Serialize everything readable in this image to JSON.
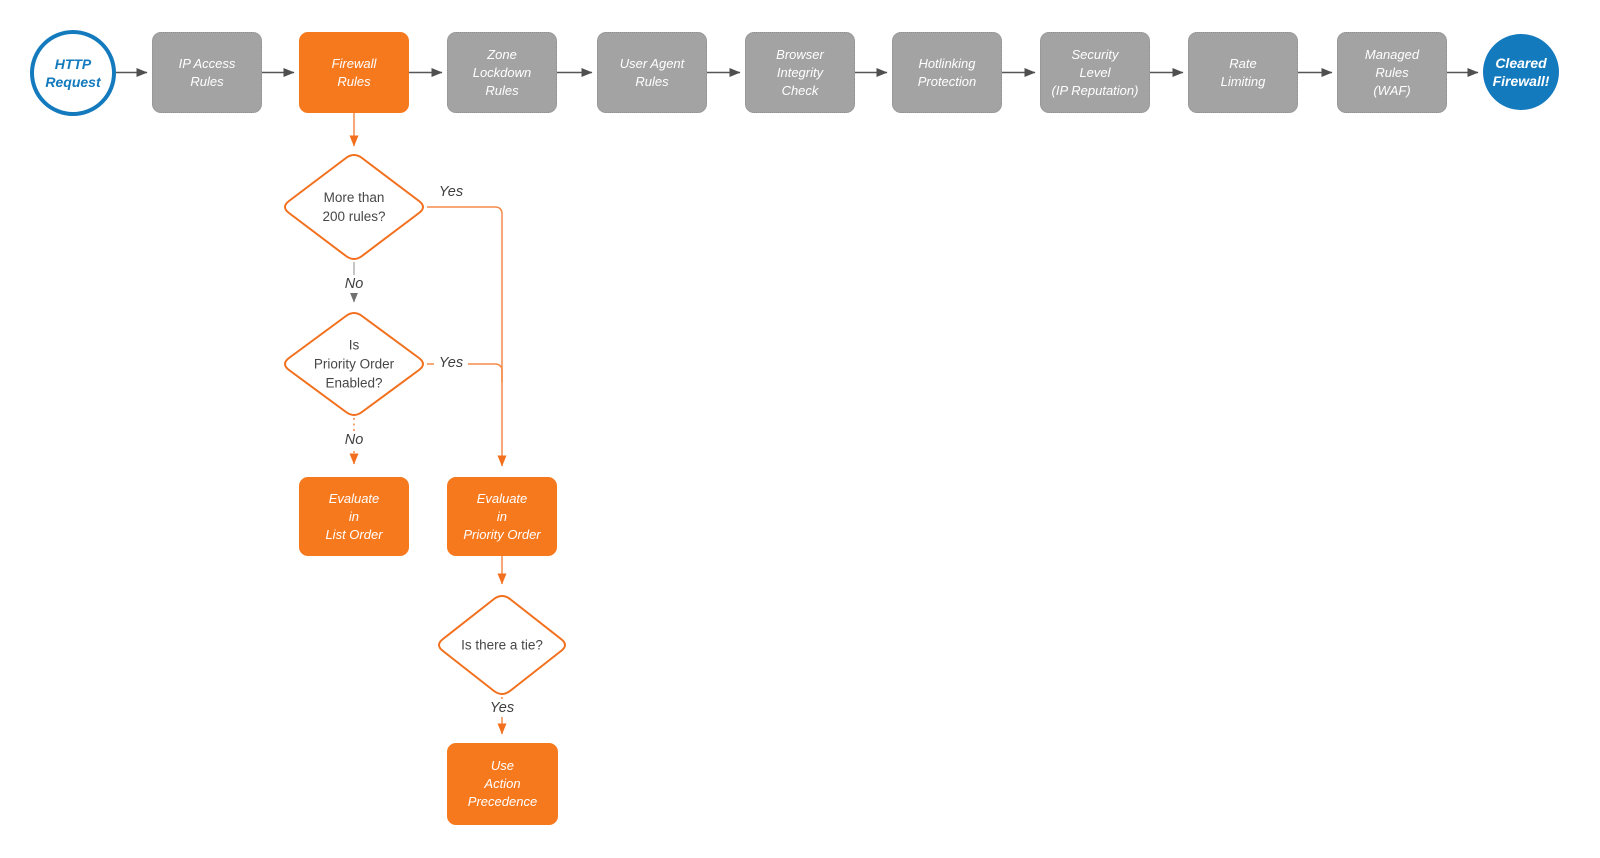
{
  "flow": {
    "start": {
      "label": "HTTP\nRequest"
    },
    "end": {
      "label": "Cleared\nFirewall!"
    },
    "stages": [
      {
        "label": "IP Access\nRules",
        "type": "gray"
      },
      {
        "label": "Firewall\nRules",
        "type": "orange"
      },
      {
        "label": "Zone\nLockdown\nRules",
        "type": "gray"
      },
      {
        "label": "User Agent\nRules",
        "type": "gray"
      },
      {
        "label": "Browser\nIntegrity\nCheck",
        "type": "gray"
      },
      {
        "label": "Hotlinking\nProtection",
        "type": "gray"
      },
      {
        "label": "Security\nLevel\n(IP Reputation)",
        "type": "gray"
      },
      {
        "label": "Rate\nLimiting",
        "type": "gray"
      },
      {
        "label": "Managed\nRules\n(WAF)",
        "type": "gray"
      }
    ],
    "decisions": [
      {
        "label": "More than\n200 rules?"
      },
      {
        "label": "Is\nPriority Order\nEnabled?"
      },
      {
        "label": "Is there a tie?"
      }
    ],
    "actions": [
      {
        "label": "Evaluate\nin\nList Order"
      },
      {
        "label": "Evaluate\nin\nPriority Order"
      },
      {
        "label": "Use\nAction\nPrecedence"
      }
    ],
    "edge_labels": {
      "yes1": "Yes",
      "no1": "No",
      "yes2": "Yes",
      "no2": "No",
      "yes3": "Yes"
    }
  },
  "colors": {
    "blue": "#137abd",
    "gray_fill": "#a3a3a3",
    "orange_fill": "#f6791e",
    "orange_line": "#f58a48",
    "orange_stroke": "#f2701d",
    "dark_line": "#565656",
    "text_dark": "#474747"
  }
}
